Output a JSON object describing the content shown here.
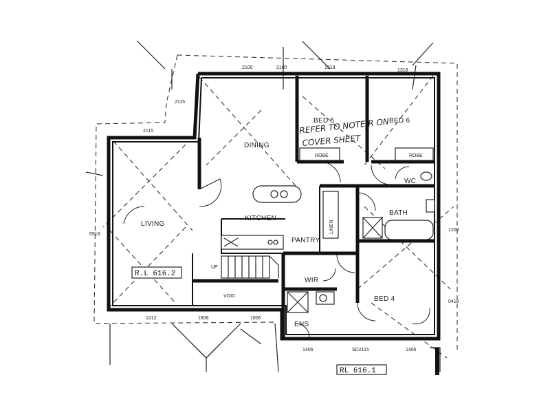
{
  "rooms": {
    "bed5": "BED 5",
    "bed6": "BED 6",
    "dining": "DINING",
    "living": "LIVING",
    "kitchen": "KITCHEN",
    "pantry": "PANTRY",
    "linen": "LINEN",
    "bath": "BATH",
    "bed4": "BED 4",
    "wc": "WC",
    "wir": "WIR",
    "ens": "ENS",
    "void": "VOID",
    "robe5": "ROBE",
    "robe6": "ROBE",
    "up": "UP"
  },
  "levels": {
    "rl_living": "R.L 616.2",
    "rl_bottom": "RL 616.1"
  },
  "handwritten_note": {
    "line1": "REFER TO NOTE R ON",
    "line2": "COVER SHEET"
  },
  "dimensions": {
    "top_1": "2100",
    "top_2": "2100",
    "top_3": "1318",
    "top_4": "1318",
    "left_1": "2115",
    "left_2": "2115",
    "left_side": "6918",
    "right_1": "1208",
    "right_2": "0418",
    "bottom_1": "1212",
    "bottom_2": "1806",
    "bottom_3": "1806",
    "bottom_4": "1406",
    "bottom_5": "SD2115",
    "bottom_6": "1406"
  },
  "colors": {
    "ink": "#111111",
    "paper": "#ffffff"
  }
}
